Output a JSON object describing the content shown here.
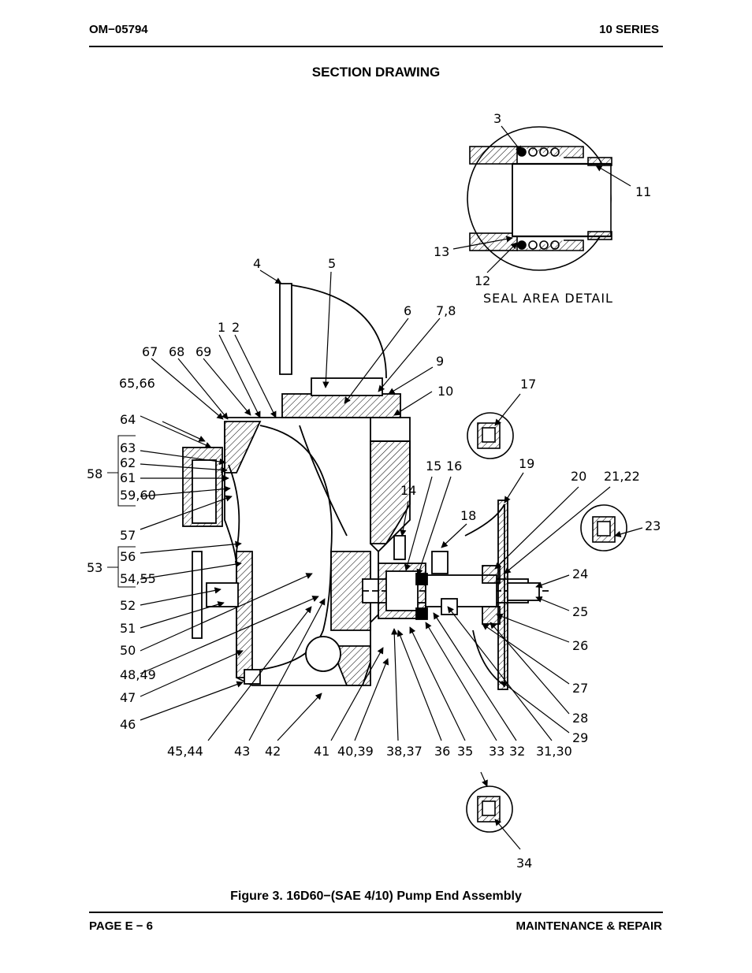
{
  "header": {
    "doc_number": "OM−05794",
    "series": "10 SERIES"
  },
  "section_title": "SECTION DRAWING",
  "detail_title": "SEAL AREA DETAIL",
  "callouts": {
    "c1": "1",
    "c2": "2",
    "c3": "3",
    "c4": "4",
    "c5": "5",
    "c6": "6",
    "c7_8": "7,8",
    "c9": "9",
    "c10": "10",
    "c11": "11",
    "c12": "12",
    "c13": "13",
    "c14": "14",
    "c15": "15",
    "c16": "16",
    "c17": "17",
    "c18": "18",
    "c19": "19",
    "c20": "20",
    "c21_22": "21,22",
    "c23": "23",
    "c24": "24",
    "c25": "25",
    "c26": "26",
    "c27": "27",
    "c28": "28",
    "c29": "29",
    "c31_30": "31,30",
    "c32": "32",
    "c33": "33",
    "c34": "34",
    "c35": "35",
    "c36": "36",
    "c38_37": "38,37",
    "c40_39": "40,39",
    "c41": "41",
    "c42": "42",
    "c43": "43",
    "c45_44": "45,44",
    "c46": "46",
    "c47": "47",
    "c48_49": "48,49",
    "c50": "50",
    "c51": "51",
    "c52": "52",
    "c53": "53",
    "c54_55": "54,55",
    "c56": "56",
    "c57": "57",
    "c58": "58",
    "c59_60": "59,60",
    "c61": "61",
    "c62": "62",
    "c63": "63",
    "c64": "64",
    "c65_66": "65,66",
    "c67": "67",
    "c68": "68",
    "c69": "69"
  },
  "figure_caption": "Figure 3.  16D60−(SAE 4/10) Pump End Assembly",
  "footer": {
    "page": "PAGE E − 6",
    "section": "MAINTENANCE & REPAIR"
  }
}
